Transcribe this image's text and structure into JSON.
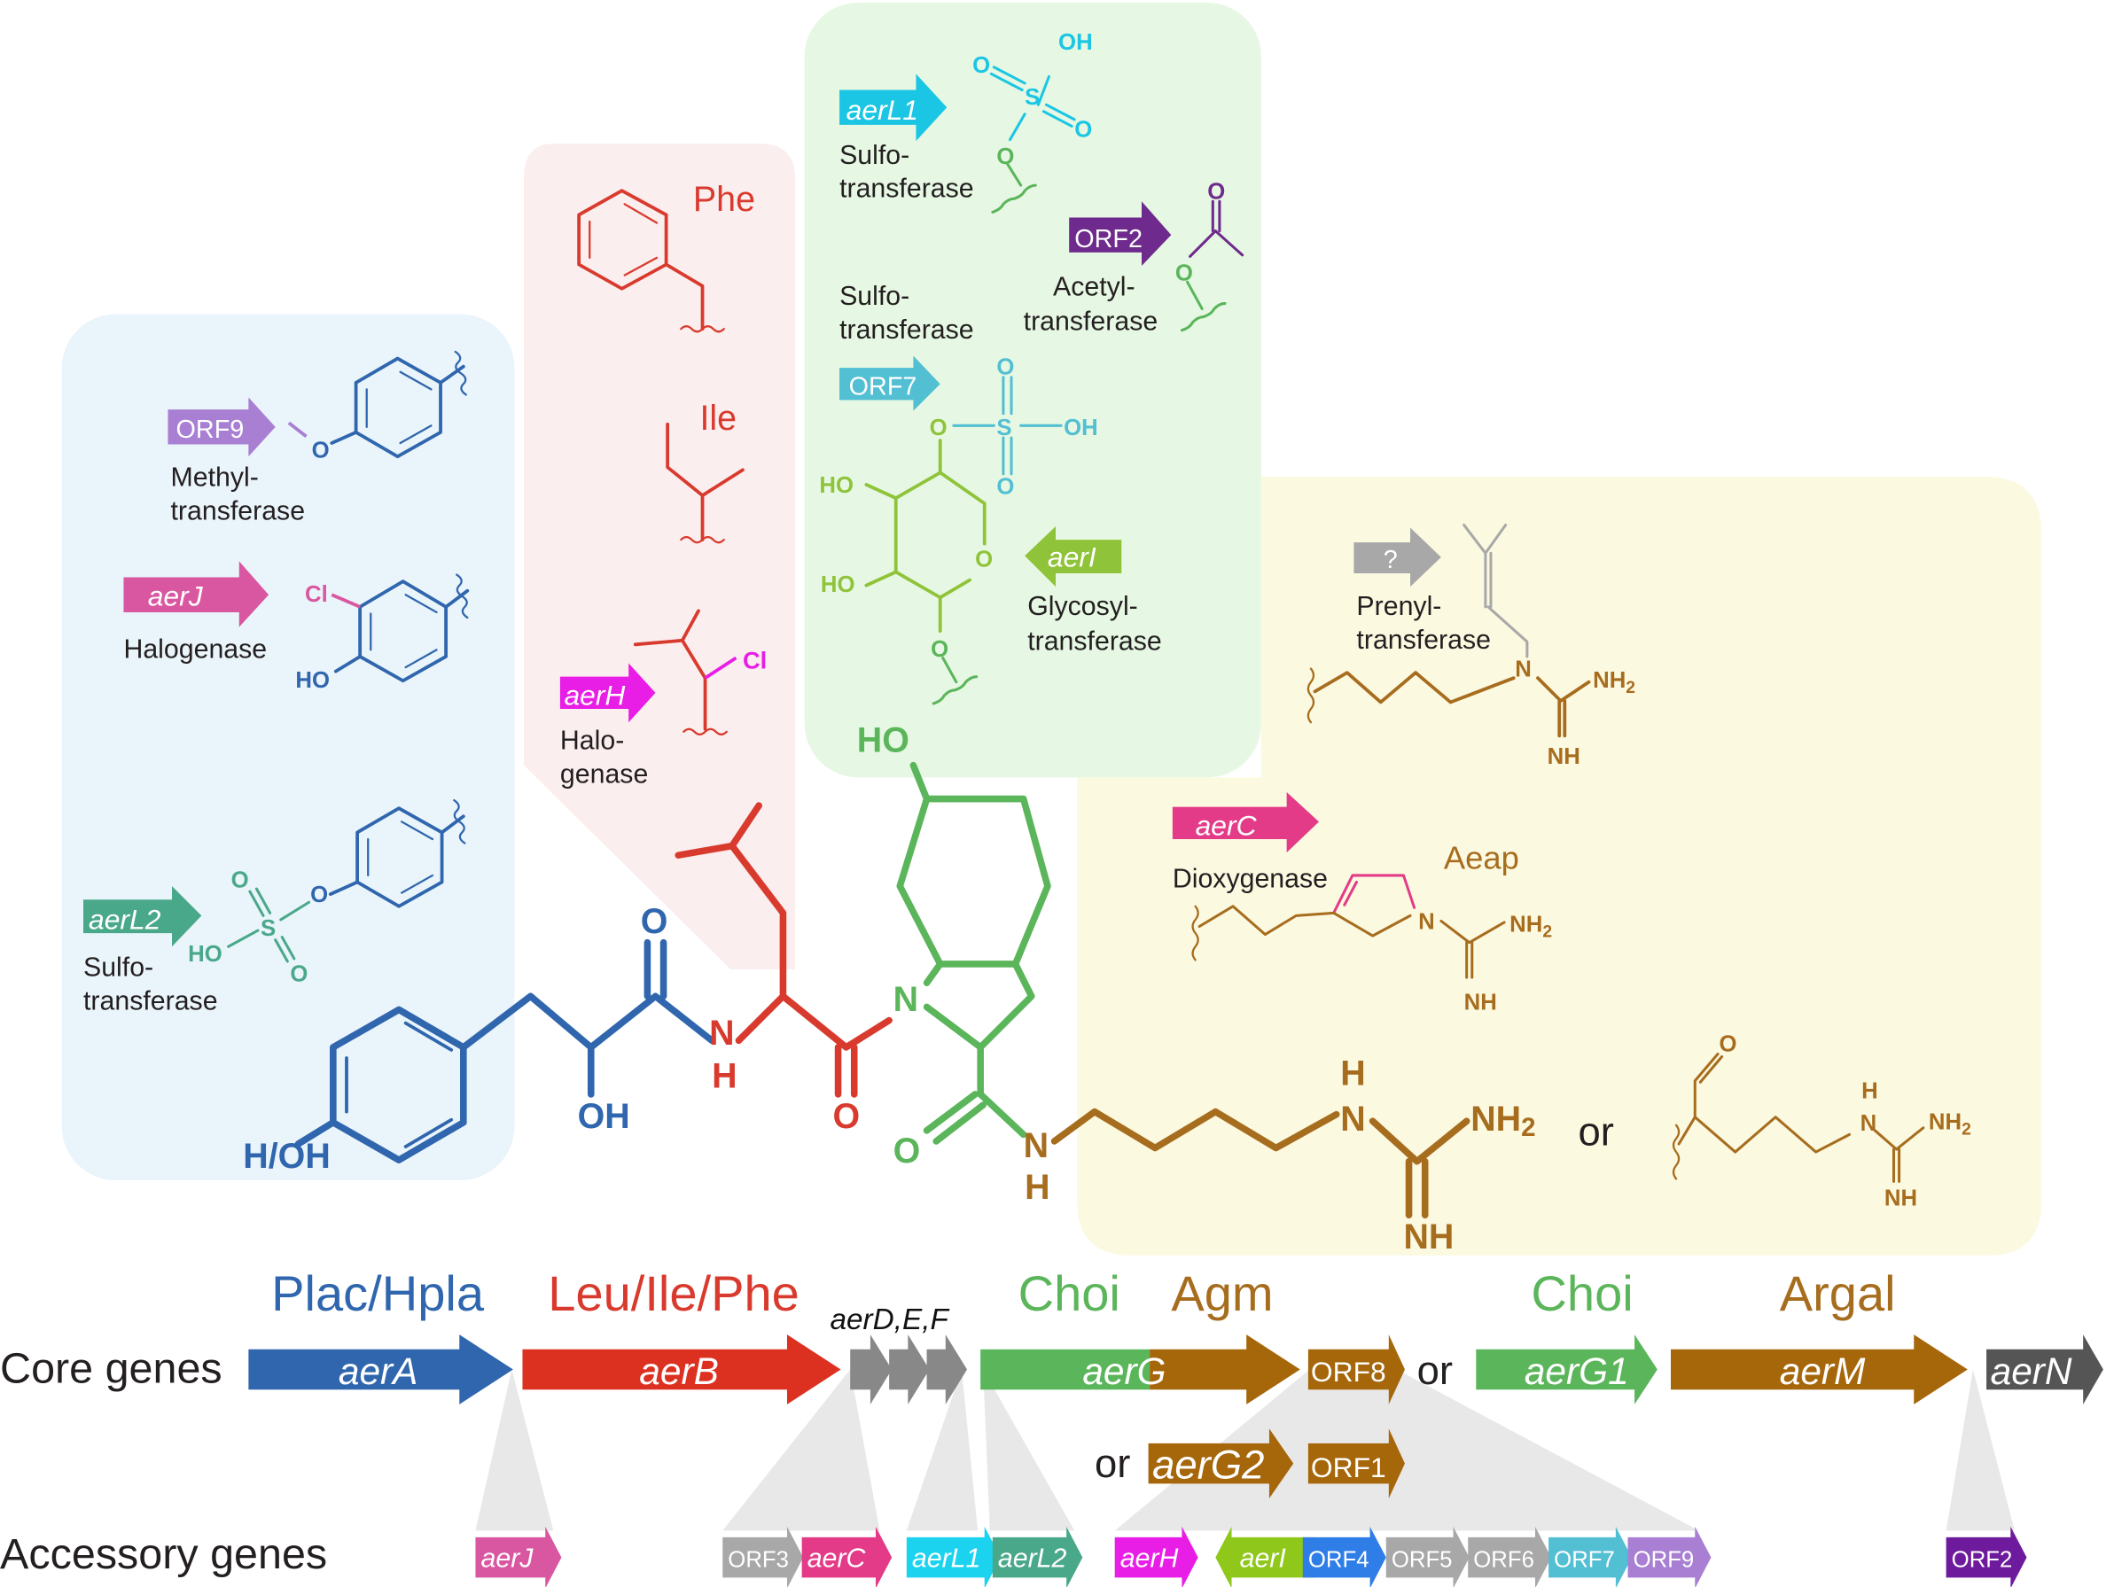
{
  "figure": {
    "regions": [
      {
        "name": "plac-hpla",
        "color": "#eaf4fb"
      },
      {
        "name": "leu-ile-phe",
        "color": "#fbeeee"
      },
      {
        "name": "choi",
        "color": "#e6f8e3"
      },
      {
        "name": "argal-agm",
        "color": "#fcf9e1"
      }
    ],
    "colors": {
      "blue": "#2f66ad",
      "red": "#d93a2e",
      "green": "#5bb55a",
      "brown": "#a76d1e",
      "cyan": "#1bc6e4",
      "teal": "#4aa88a",
      "lime": "#8fc33a",
      "purple": "#6e2a8c",
      "lavender": "#a87fd2",
      "pink": "#d957a0",
      "magenta": "#e81de6",
      "hotpink": "#e33b88",
      "grey": "#a8a8a8",
      "darkgrey": "#555555",
      "orf7": "#53bfd3",
      "orf4": "#2f7ee8"
    }
  },
  "structures": {
    "blue_region": {
      "methyl": {
        "gene": "ORF9",
        "label1": "Methyl-",
        "label2": "transferase",
        "atom_o": "O"
      },
      "halo": {
        "gene": "aerJ",
        "label": "Halogenase",
        "atom_cl": "Cl",
        "atom_ho": "HO"
      },
      "sulfo": {
        "gene": "aerL2",
        "label1": "Sulfo-",
        "label2": "transferase",
        "atoms": [
          "O",
          "S",
          "O",
          "HO",
          "O"
        ]
      }
    },
    "red_region": {
      "phe": "Phe",
      "ile": "Ile",
      "halo": {
        "gene": "aerH",
        "label1": "Halo-",
        "label2": "genase",
        "atom_cl": "Cl"
      }
    },
    "green_region": {
      "sulfo1": {
        "gene": "aerL1",
        "label1": "Sulfo-",
        "label2": "transferase",
        "atoms": [
          "OH",
          "O",
          "S",
          "O",
          "O"
        ]
      },
      "acetyl": {
        "gene": "ORF2",
        "label1": "Acetyl-",
        "label2": "transferase",
        "atoms": [
          "O",
          "O"
        ]
      },
      "sulfo2": {
        "gene": "ORF7",
        "label1": "Sulfo-",
        "label2": "transferase",
        "atoms": [
          "O",
          "O",
          "S",
          "OH",
          "O"
        ]
      },
      "glyco": {
        "gene": "aerI",
        "label1": "Glycosyl-",
        "label2": "transferase",
        "atoms": [
          "HO",
          "HO",
          "O",
          "O"
        ]
      }
    },
    "yellow_region": {
      "prenyl": {
        "gene": "?",
        "label1": "Prenyl-",
        "label2": "transferase",
        "atoms": [
          "N",
          "NH2",
          "NH"
        ]
      },
      "dioxy": {
        "gene": "aerC",
        "label": "Dioxygenase",
        "name": "Aeap",
        "atoms": [
          "N",
          "NH2",
          "NH"
        ]
      },
      "argal": {
        "or": "or",
        "atoms": [
          "O",
          "H",
          "N",
          "NH2",
          "NH"
        ]
      }
    },
    "core": {
      "atoms": {
        "h_oh": "H/OH",
        "oh": "OH",
        "o1": "O",
        "n1": "N",
        "h1": "H",
        "o2": "O",
        "n2": "N",
        "ho": "HO",
        "o3": "O",
        "n3": "N",
        "h3": "H",
        "h4": "H",
        "n4": "N",
        "nh2": "NH2",
        "nh": "NH"
      }
    }
  },
  "genes": {
    "modules": [
      {
        "label": "Plac/Hpla",
        "color": "#2f66ad"
      },
      {
        "label": "Leu/Ile/Phe",
        "color": "#d93a2e"
      },
      {
        "label": "aerD,E,F",
        "color": "#111111"
      },
      {
        "label": "Choi",
        "color": "#5bb55a"
      },
      {
        "label": "Agm",
        "color": "#a76d1e"
      },
      {
        "label": "Choi",
        "color": "#5bb55a"
      },
      {
        "label": "Argal",
        "color": "#a76d1e"
      }
    ],
    "row_labels": {
      "core": "Core genes",
      "accessory": "Accessory genes"
    },
    "core": [
      {
        "label": "aerA",
        "color": "#2f66ad"
      },
      {
        "label": "aerB",
        "color": "#dc3120"
      },
      {
        "label": "",
        "color": "#888888"
      },
      {
        "label": "",
        "color": "#888888"
      },
      {
        "label": "",
        "color": "#888888"
      },
      {
        "label": "aerG",
        "color": "#5bb55a",
        "color2": "#a6660a"
      },
      {
        "label": "ORF8",
        "color": "#a6660a"
      },
      {
        "label": "aerG1",
        "color": "#5bb55a"
      },
      {
        "label": "aerM",
        "color": "#a6660a"
      },
      {
        "label": "aerN",
        "color": "#555555"
      }
    ],
    "alt": [
      {
        "label": "aerG2",
        "color": "#a6660a"
      },
      {
        "label": "ORF1",
        "color": "#a6660a"
      }
    ],
    "or_words": [
      "or",
      "or"
    ],
    "accessory": [
      {
        "label": "aerJ",
        "color": "#d957a0",
        "italic": true
      },
      {
        "label": "ORF3",
        "color": "#a8a8a8",
        "italic": false
      },
      {
        "label": "aerC",
        "color": "#e33b88",
        "italic": true
      },
      {
        "label": "aerL1",
        "color": "#1bd3ef",
        "italic": true
      },
      {
        "label": "aerL2",
        "color": "#4aa88a",
        "italic": true
      },
      {
        "label": "aerH",
        "color": "#e81de6",
        "italic": true
      },
      {
        "label": "aerI",
        "color": "#8fc81a",
        "italic": true,
        "reverse": true
      },
      {
        "label": "ORF4",
        "color": "#2f7ee8",
        "italic": false
      },
      {
        "label": "ORF5",
        "color": "#a8a8a8",
        "italic": false
      },
      {
        "label": "ORF6",
        "color": "#a8a8a8",
        "italic": false
      },
      {
        "label": "ORF7",
        "color": "#53bfd3",
        "italic": false
      },
      {
        "label": "ORF9",
        "color": "#a87fd2",
        "italic": false
      },
      {
        "label": "ORF2",
        "color": "#6e1a9c",
        "italic": false
      }
    ]
  }
}
